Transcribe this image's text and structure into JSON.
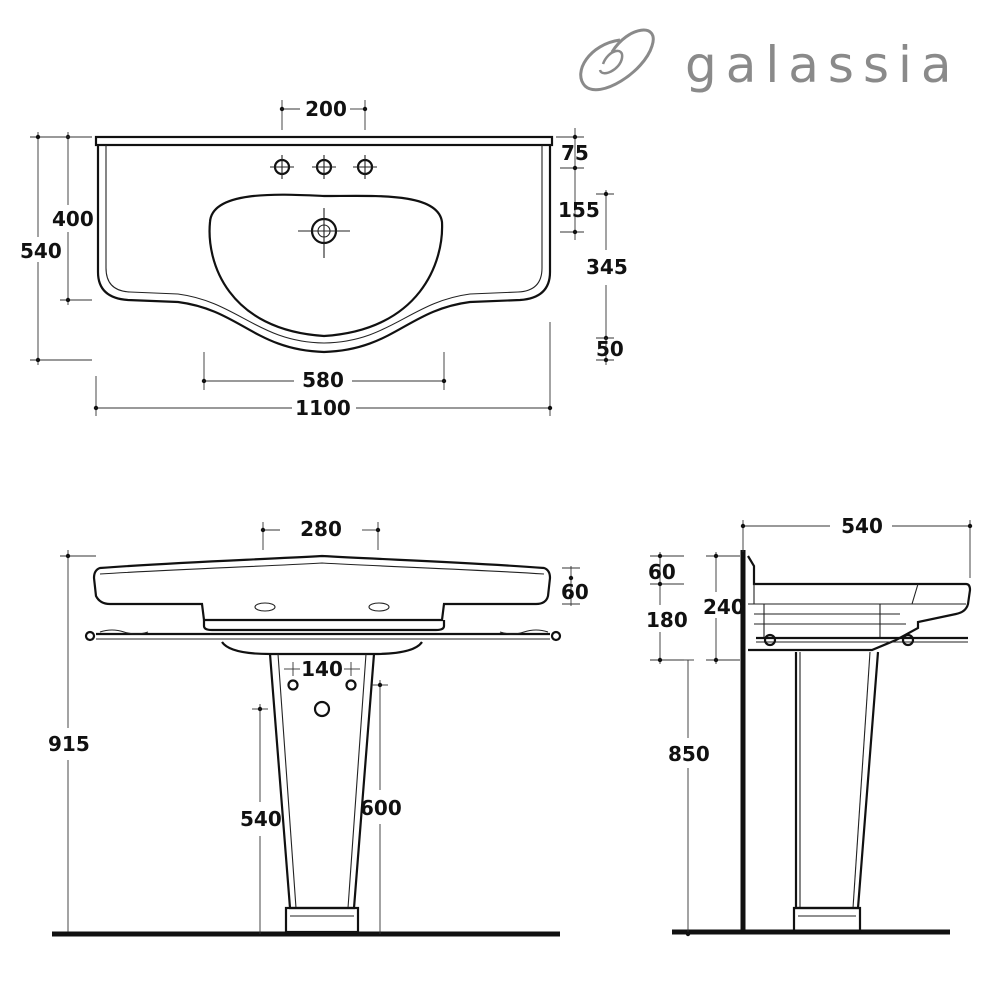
{
  "brand": {
    "name": "galassia"
  },
  "top_view": {
    "dims": {
      "tap_spacing": "200",
      "rim_depth": "75",
      "tap_to_drain": "155",
      "basin_depth": "345",
      "front_offset": "50",
      "side_depth": "400",
      "total_depth": "540",
      "bowl_width": "580",
      "total_width": "1100"
    }
  },
  "front_view": {
    "dims": {
      "fixing_spacing": "280",
      "thickness": "60",
      "pedestal_holes": "140",
      "total_height": "915",
      "drain_height": "540",
      "supply_height": "600"
    }
  },
  "side_view": {
    "dims": {
      "depth": "540",
      "rim": "60",
      "bracket_height": "180",
      "overall_height": "240",
      "pedestal_height": "850"
    }
  },
  "colors": {
    "line": "#111111",
    "brand": "#8a8a8a"
  }
}
